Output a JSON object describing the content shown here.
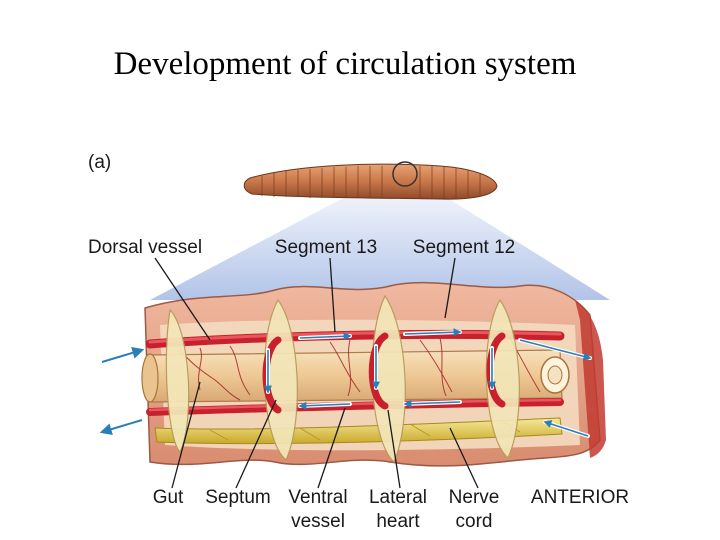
{
  "slide": {
    "title": "Development of circulation system"
  },
  "figure": {
    "panel_label": "(a)",
    "labels": {
      "dorsal_vessel": "Dorsal vessel",
      "segment_13": "Segment 13",
      "segment_12": "Segment 12",
      "gut": "Gut",
      "septum": "Septum",
      "ventral_vessel_line1": "Ventral",
      "ventral_vessel_line2": "vessel",
      "lateral_heart_line1": "Lateral",
      "lateral_heart_line2": "heart",
      "nerve_cord_line1": "Nerve",
      "nerve_cord_line2": "cord",
      "anterior": "ANTERIOR"
    },
    "colors": {
      "dorsal_vessel": "#c8202c",
      "ventral_vessel": "#c8202c",
      "nerve_cord": "#e6cf4e",
      "gut": "#f0d2a0",
      "septum": "#f3e6b8",
      "body_wall": "#e8a78c",
      "flow_arrow": "#2a7fb8",
      "zoom_projection": "#a9bde6"
    }
  }
}
